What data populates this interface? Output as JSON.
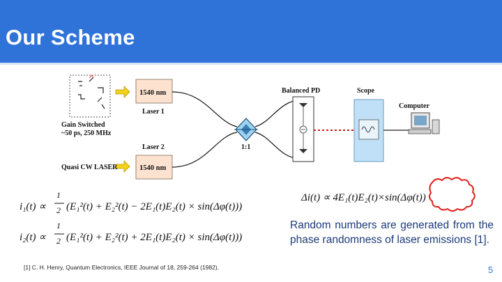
{
  "slide": {
    "title": "Our Scheme",
    "page_number": "5",
    "reference": "[1] C. H. Henry, Quantum Electronics, IEEE Journal of 18, 259-264 (1982).",
    "body_text": "Random numbers are generated from the phase randomness of laser emissions [1]."
  },
  "diagram": {
    "laser1_wavelength": "1540 nm",
    "laser1_label": "Laser 1",
    "laser2_wavelength": "1540 nm",
    "laser2_label": "Laser 2",
    "gain_switched_line1": "Gain Switched",
    "gain_switched_line2": "~50 ps, 250 MHz",
    "quasi_cw_label": "Quasi CW LASER",
    "balanced_pd_label": "Balanced PD",
    "scope_label": "Scope",
    "computer_label": "Computer",
    "coupler_ratio": "1:1"
  },
  "equations": {
    "i1_lhs": "i₁(t) ∝",
    "i1_rhs": "(E₁²(t) + E₂²(t) − 2E₁(t)E₂(t) × sin(Δφ(t)))",
    "i2_lhs": "i₂(t) ∝",
    "i2_rhs": "(E₁²(t) + E₂²(t) + 2E₁(t)E₂(t) × sin(Δφ(t)))",
    "fraction_num": "1",
    "fraction_den": "2",
    "delta_i": "Δi(t) ∝ 4E₁(t)E₂(t)×sin(Δφ(t))"
  },
  "colors": {
    "header": "#2f73d9",
    "laser_box": "#fde2cf",
    "scope_panel": "#bfe0f6",
    "arrow": "#f3d21c",
    "highlight_cloud": "#e0201a",
    "dashed_link": "#cc1b1b"
  },
  "icons": {
    "arrow": "arrow-right-icon",
    "photodiode": "photodiode-icon",
    "scope_screen": "sine-wave-icon",
    "computer": "computer-icon"
  }
}
